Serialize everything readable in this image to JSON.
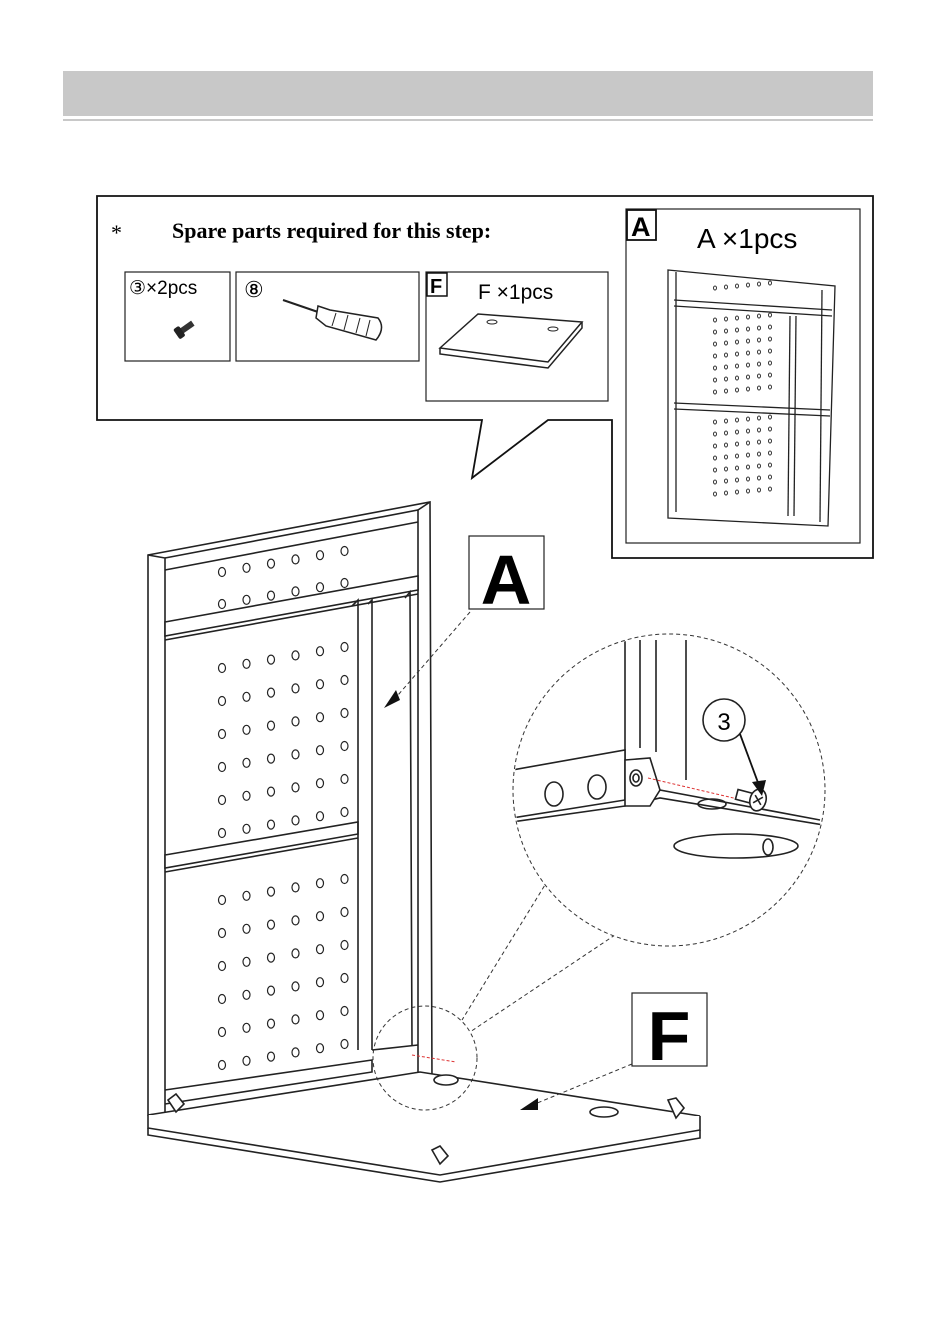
{
  "parts_box": {
    "asterisk": "*",
    "heading": "Spare parts required for this step:",
    "part_screw": {
      "label": "③×2pcs"
    },
    "part_screwdriver": {
      "label": "⑧"
    },
    "part_f": {
      "letter": "F",
      "label": "F ×1pcs"
    },
    "part_a": {
      "letter": "A",
      "label": "A ×1pcs"
    }
  },
  "diagram": {
    "label_a": "A",
    "label_f": "F",
    "callout_number": "3"
  }
}
